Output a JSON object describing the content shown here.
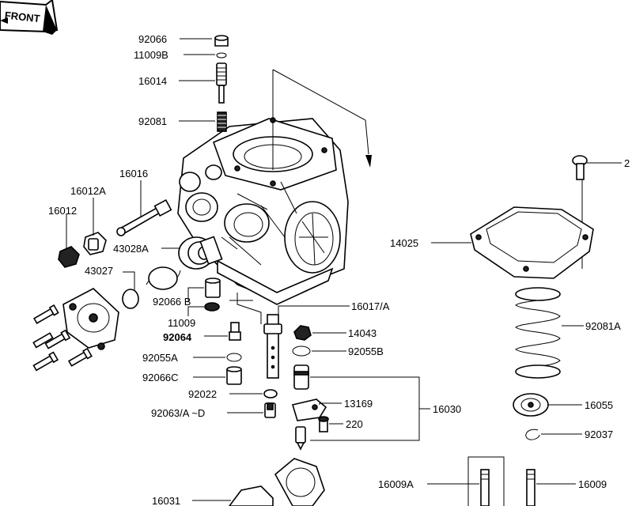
{
  "badge": {
    "text": "FRONT"
  },
  "labels": {
    "p92066": "92066",
    "p11009B": "11009B",
    "p16014": "16014",
    "p92081": "92081",
    "p16016": "16016",
    "p16012A": "16012A",
    "p16012": "16012",
    "p43028A": "43028A",
    "p43027": "43027",
    "p92066B": "92066 B",
    "p11009": "11009",
    "p92064": "92064",
    "p92055A": "92055A",
    "p92066C": "92066C",
    "p92022": "92022",
    "p92063": "92063/A ~D",
    "p16017": "16017/A",
    "p14043": "14043",
    "p92055B": "92055B",
    "p13169": "13169",
    "p220": "220",
    "p16030": "16030",
    "p16031": "16031",
    "p16009A": "16009A",
    "p16009": "16009",
    "p2": "2",
    "p14025": "14025",
    "p92081A": "92081A",
    "p16055": "16055",
    "p92037": "92037"
  }
}
